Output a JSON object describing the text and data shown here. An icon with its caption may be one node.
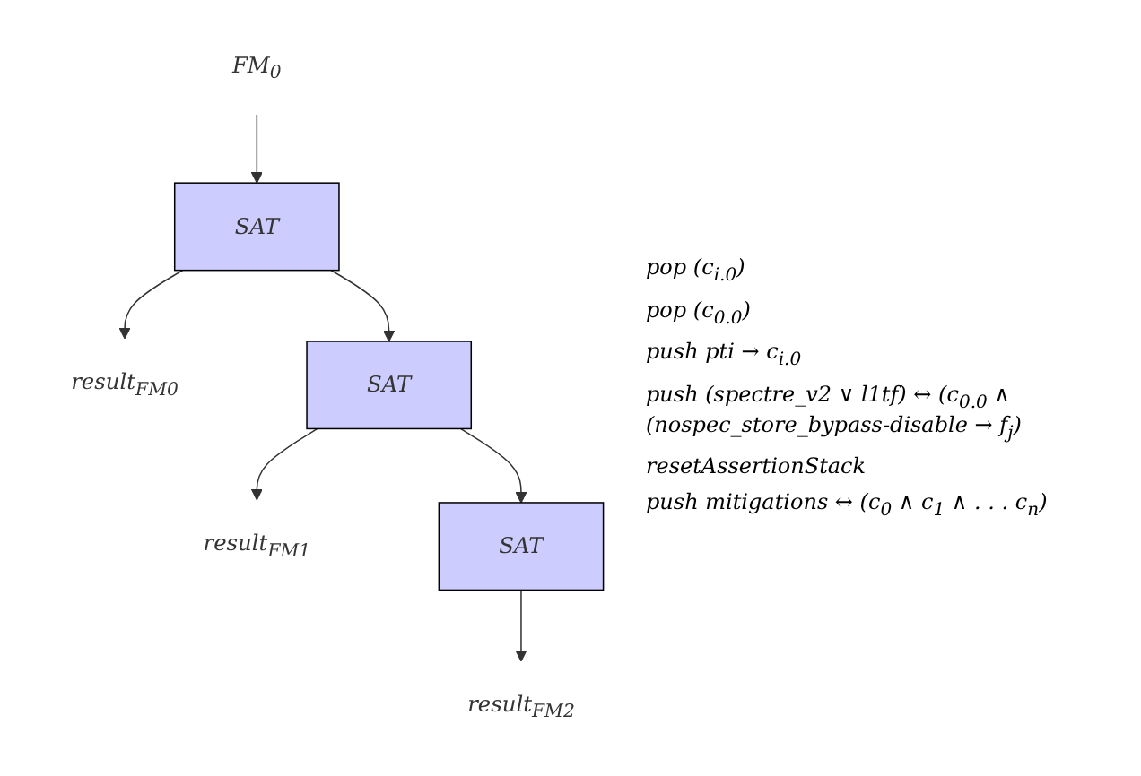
{
  "diagram": {
    "nodes": [
      {
        "text": [
          "FM$_{0}$"
        ]
      },
      {
        "text": [
          "SAT"
        ]
      },
      {
        "text": [
          "result$_{FM0}$"
        ]
      },
      {
        "text": [
          "SAT"
        ]
      },
      {
        "text": [
          "result$_{FM1}$"
        ]
      },
      {
        "text": [
          "SAT"
        ]
      },
      {
        "text": [
          "result$_{FM2}$"
        ]
      }
    ],
    "edges": [
      {
        "from": 0,
        "to": 1,
        "arrow": "to"
      },
      {
        "from": 1,
        "to": 2,
        "arrow": "to"
      },
      {
        "from": 1,
        "to": 3,
        "arrow": "to"
      },
      {
        "from": 3,
        "to": 4,
        "arrow": "to"
      },
      {
        "from": 3,
        "to": 5,
        "arrow": "to"
      },
      {
        "from": 5,
        "to": 6,
        "arrow": "to"
      }
    ],
    "labels": [
      "pop (c$_{i.0}$)",
      "pop (c$_{0.0}$)",
      "push pti → c$_{i.0}$",
      "push (spectre_v2 ∨ l1tf) ↔ (c$_{0.0}$ ∧ (nospec_store_bypass-disable → f$_{j}$)",
      "resetAssertionStack",
      "push mitigations ↔ (c$_{0}$ ∧ c$_{1}$ ∧ . . . c$_{n}$)"
    ]
  }
}
